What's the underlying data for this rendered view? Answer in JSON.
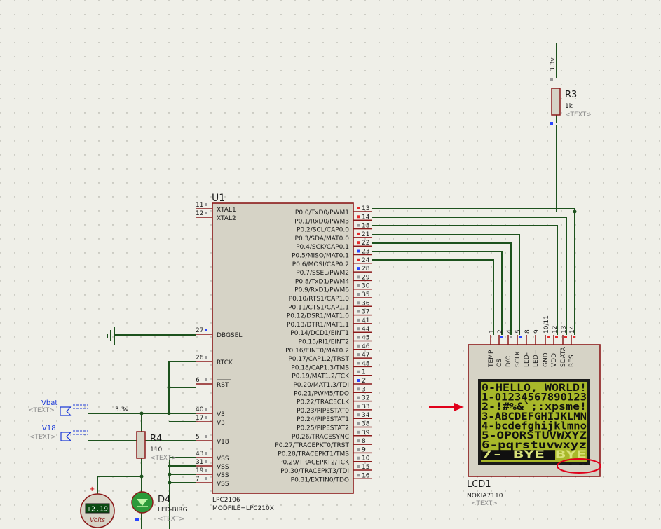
{
  "mcu": {
    "ref": "U1",
    "part": "LPC2106",
    "property": "MODFILE=LPC210X",
    "left_pins": [
      {
        "num": "11",
        "name": "XTAL1"
      },
      {
        "num": "12",
        "name": "XTAL2"
      },
      {
        "num": "27",
        "name": "DBGSEL"
      },
      {
        "num": "26",
        "name": "RTCK"
      },
      {
        "num": "6",
        "name": "RST"
      },
      {
        "num": "40",
        "name": "V3"
      },
      {
        "num": "17",
        "name": "V3"
      },
      {
        "num": "5",
        "name": "V18"
      },
      {
        "num": "43",
        "name": "VSS"
      },
      {
        "num": "31",
        "name": "VSS"
      },
      {
        "num": "19",
        "name": "VSS"
      },
      {
        "num": "7",
        "name": "VSS"
      }
    ],
    "right_pins": [
      {
        "num": "13",
        "name": "P0.0/TxD0/PWM1"
      },
      {
        "num": "14",
        "name": "P0.1/RxD0/PWM3"
      },
      {
        "num": "18",
        "name": "P0.2/SCL/CAP0.0"
      },
      {
        "num": "21",
        "name": "P0.3/SDA/MAT0.0"
      },
      {
        "num": "22",
        "name": "P0.4/SCK/CAP0.1"
      },
      {
        "num": "23",
        "name": "P0.5/MISO/MAT0.1"
      },
      {
        "num": "24",
        "name": "P0.6/MOSI/CAP0.2"
      },
      {
        "num": "28",
        "name": "P0.7/SSEL/PWM2"
      },
      {
        "num": "29",
        "name": "P0.8/TxD1/PWM4"
      },
      {
        "num": "30",
        "name": "P0.9/RxD1/PWM6"
      },
      {
        "num": "35",
        "name": "P0.10/RTS1/CAP1.0"
      },
      {
        "num": "36",
        "name": "P0.11/CTS1/CAP1.1"
      },
      {
        "num": "37",
        "name": "P0.12/DSR1/MAT1.0"
      },
      {
        "num": "41",
        "name": "P0.13/DTR1/MAT1.1"
      },
      {
        "num": "44",
        "name": "P0.14/DCD1/EINT1"
      },
      {
        "num": "45",
        "name": "P0.15/RI1/EINT2"
      },
      {
        "num": "46",
        "name": "P0.16/EINT0/MAT0.2"
      },
      {
        "num": "47",
        "name": "P0.17/CAP1.2/TRST"
      },
      {
        "num": "48",
        "name": "P0.18/CAP1.3/TMS"
      },
      {
        "num": "1",
        "name": "P0.19/MAT1.2/TCK"
      },
      {
        "num": "2",
        "name": "P0.20/MAT1.3/TDI"
      },
      {
        "num": "3",
        "name": "P0.21/PWM5/TDO"
      },
      {
        "num": "32",
        "name": "P0.22/TRACECLK"
      },
      {
        "num": "33",
        "name": "P0.23/PIPESTAT0"
      },
      {
        "num": "34",
        "name": "P0.24/PIPESTAT1"
      },
      {
        "num": "38",
        "name": "P0.25/PIPESTAT2"
      },
      {
        "num": "39",
        "name": "P0.26/TRACESYNC"
      },
      {
        "num": "8",
        "name": "P0.27/TRACEPKT0/TRST"
      },
      {
        "num": "9",
        "name": "P0.28/TRACEPKT1/TMS"
      },
      {
        "num": "10",
        "name": "P0.29/TRACEPKT2/TCK"
      },
      {
        "num": "15",
        "name": "P0.30/TRACEPKT3/TDI"
      },
      {
        "num": "16",
        "name": "P0.31/EXTIN0/TDO"
      }
    ]
  },
  "lcd": {
    "ref": "LCD1",
    "part": "NOKIA7110",
    "placeholder": "<TEXT>",
    "pins": [
      {
        "num": "1",
        "name": "TEMP"
      },
      {
        "num": "2",
        "name": "CS"
      },
      {
        "num": "4",
        "name": "D/C"
      },
      {
        "num": "5",
        "name": "SCLK"
      },
      {
        "num": "8",
        "name": "LED-"
      },
      {
        "num": "9",
        "name": "LED+"
      },
      {
        "num": "10/11",
        "name": "GND"
      },
      {
        "num": "12",
        "name": "VDD"
      },
      {
        "num": "13",
        "name": "SDATA"
      },
      {
        "num": "14",
        "name": "RES"
      }
    ],
    "lines": [
      "0-HELLO, WORLD!",
      "1-01234567890123",
      "2-!#%&`;:xpsme!",
      "3-ABCDEFGHIJKLMN",
      "4-bcdefghijklmno",
      "5-OPQRSTUVWXYZ",
      "6-pqrstuvwxyz",
      "7-  BYE BYE"
    ],
    "status": "- --"
  },
  "r3": {
    "ref": "R3",
    "value": "1k",
    "placeholder": "<TEXT>",
    "rail": "3.3v"
  },
  "r4": {
    "ref": "R4",
    "value": "110",
    "placeholder": "<TEXT>"
  },
  "d4": {
    "ref": "D4",
    "value": "LED-BIRG",
    "placeholder": "<TEXT>"
  },
  "terminals": {
    "vbat": {
      "name": "Vbat",
      "placeholder": "<TEXT>"
    },
    "v18": {
      "name": "V18",
      "placeholder": "<TEXT>"
    },
    "net_3v3": "3.3v"
  },
  "voltmeter": {
    "reading": "+2.19",
    "unit": "Volts",
    "polarity": "+"
  },
  "colors": {
    "wire": "#1d521d",
    "body_outline": "#8b1a1a",
    "body_fill": "#d6d3c6",
    "pin_text": "#1a1a1a",
    "lcd_screen": "#a8b82a",
    "annotation": "#e0001a",
    "terminal": "#1c3ad8",
    "grey_text": "#8a8a8a"
  }
}
